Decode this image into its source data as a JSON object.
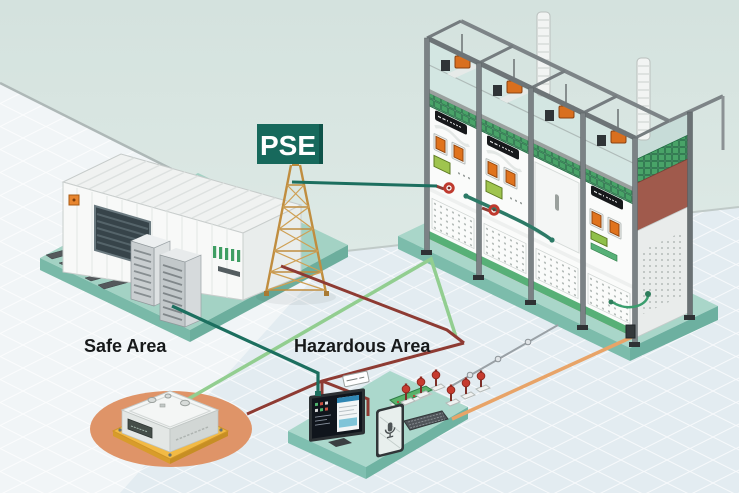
{
  "sign": {
    "label": "PSE",
    "bg_color": "#17695c",
    "text_color": "#ffffff"
  },
  "labels": {
    "safe_area": "Safe Area",
    "hazardous_area": "Hazardous Area"
  },
  "palette": {
    "wall": "#d8e5e1",
    "floor": "#e3ecf1",
    "grid_line": "#ffffff",
    "platform_top": "#a9d6c9",
    "platform_side": "#7cbcab",
    "safe_zone_fill": "#df9468",
    "mount_plate": "#f2ba45",
    "line_signal_dark_green": "#1c6f5f",
    "line_light_green": "#92ce90",
    "line_alarm_red": "#8e3b33",
    "line_aux_orange": "#e8a468",
    "line_data_gray": "#9aa1a6",
    "tower": "#c08d3f",
    "cabinet_frame": "#7b8285",
    "terminal_green": "#49a368",
    "switch_orange": "#e0731d"
  },
  "components": [
    "radio-lattice-tower",
    "pse-signal-sign",
    "control-shelter",
    "server-racks",
    "cable-tray-grates",
    "explosion-proof-junction-box",
    "operator-monitor",
    "hmi-tablet",
    "industrial-keyboard",
    "terminal-strip",
    "alarm-beacons",
    "flameproof-control-cabinets",
    "exhaust-stacks",
    "platform-bases"
  ]
}
